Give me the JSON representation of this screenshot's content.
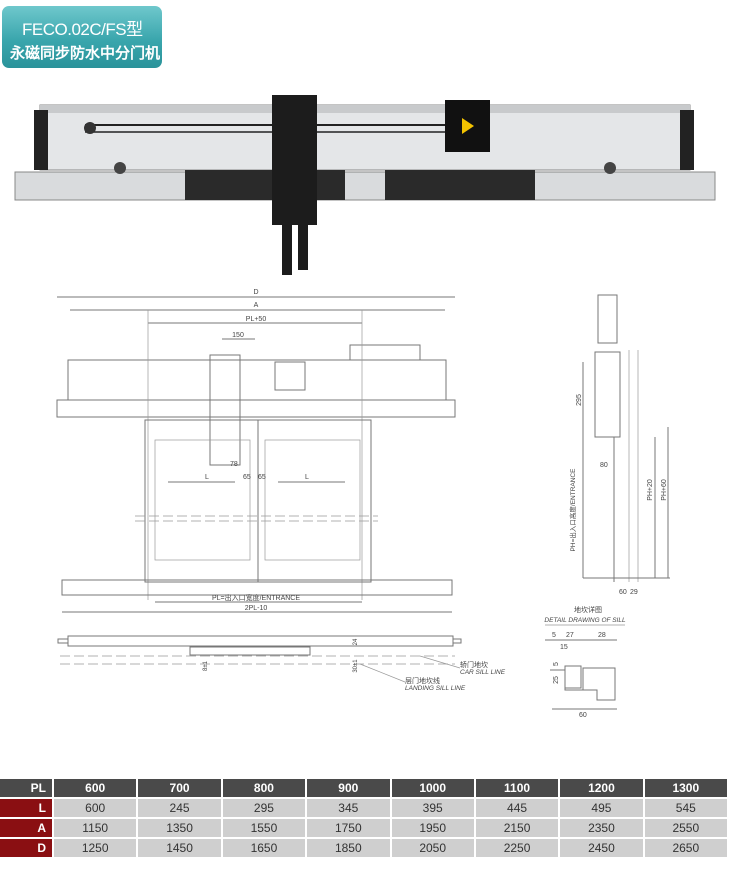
{
  "header": {
    "model": "FECO.02C/FS型",
    "subtitle": "永磁同步防水中分门机"
  },
  "front_view": {
    "labels": {
      "d": "D",
      "a": "A",
      "pl_plus_50": "PL+50",
      "dim_150": "150",
      "dim_78": "78",
      "dim_65_left": "65",
      "dim_65_right": "65",
      "l_left": "L",
      "l_right": "L",
      "entrance": "PL=出入口宽度/ENTRANCE",
      "two_pl_minus_10": "2PL-10"
    }
  },
  "side_view": {
    "labels": {
      "dim_295": "295",
      "ph_entrance": "PH=出入口高度/ENTRANCE",
      "dim_80": "80",
      "ph_plus_20": "PH+20",
      "ph_plus_60": "PH+60",
      "dim_60": "60",
      "dim_29": "29"
    }
  },
  "sill_detail": {
    "title_cn": "地坎详图",
    "title_en": "DETAIL DRAWING OF SILL",
    "dims": {
      "d5": "5",
      "d27": "27",
      "d28": "28",
      "d15": "15",
      "d25": "25",
      "d5v": "5",
      "d60": "60"
    }
  },
  "plan_view": {
    "labels": {
      "dim_24": "24",
      "dim_8": "8±1",
      "dim_30": "30±1",
      "car_sill_cn": "轿门地坎",
      "car_sill_en": "CAR SILL LINE",
      "landing_sill_cn": "层门地坎线",
      "landing_sill_en": "LANDING SILL LINE"
    }
  },
  "spec_table": {
    "header": [
      "PL",
      "600",
      "700",
      "800",
      "900",
      "1000",
      "1100",
      "1200",
      "1300"
    ],
    "rows": [
      {
        "label": "L",
        "values": [
          "600",
          "245",
          "295",
          "345",
          "395",
          "445",
          "495",
          "545"
        ]
      },
      {
        "label": "A",
        "values": [
          "1150",
          "1350",
          "1550",
          "1750",
          "1950",
          "2150",
          "2350",
          "2550"
        ]
      },
      {
        "label": "D",
        "values": [
          "1250",
          "1450",
          "1650",
          "1850",
          "2050",
          "2250",
          "2450",
          "2650"
        ]
      }
    ]
  },
  "colors": {
    "badge": "#3aa6ad",
    "table_header": "#4a4a4a",
    "row_label": "#8a0f12",
    "cell": "#cfcfcf"
  }
}
